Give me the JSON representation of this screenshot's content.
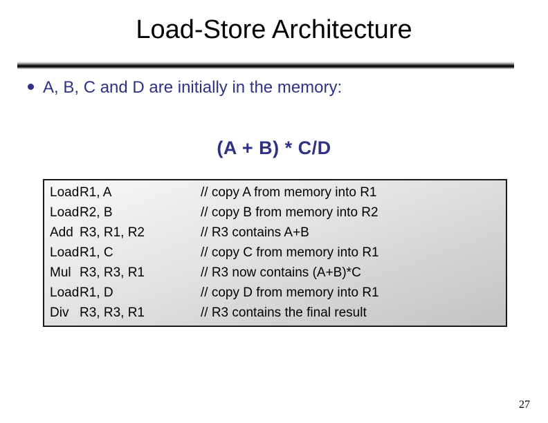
{
  "slide": {
    "title": "Load-Store Architecture",
    "bullet_text": "A, B, C and D are initially in the memory:",
    "formula": "(A + B) * C/D",
    "page_number": "27",
    "colors": {
      "accent_navy": "#2f3185",
      "title_black": "#000000",
      "code_box_border": "#1a1a1a",
      "code_box_bg_top": "#f8f8f8",
      "code_box_bg_bottom": "#c3c3c3"
    },
    "code_table": {
      "rows": [
        {
          "opcode": "Load",
          "operands": "R1, A",
          "comment": "// copy A from memory into R1"
        },
        {
          "opcode": "Load",
          "operands": "R2, B",
          "comment": "// copy B from memory into R2"
        },
        {
          "opcode": "Add",
          "operands": "R3, R1, R2",
          "comment": "// R3 contains A+B"
        },
        {
          "opcode": "Load",
          "operands": "R1, C",
          "comment": "// copy C from memory into R1"
        },
        {
          "opcode": "Mul",
          "operands": "R3, R3, R1",
          "comment": "// R3 now contains (A+B)*C"
        },
        {
          "opcode": "Load",
          "operands": "R1, D",
          "comment": "// copy D from memory into R1"
        },
        {
          "opcode": "Div",
          "operands": "R3, R3, R1",
          "comment": "// R3 contains the final result"
        }
      ]
    }
  }
}
